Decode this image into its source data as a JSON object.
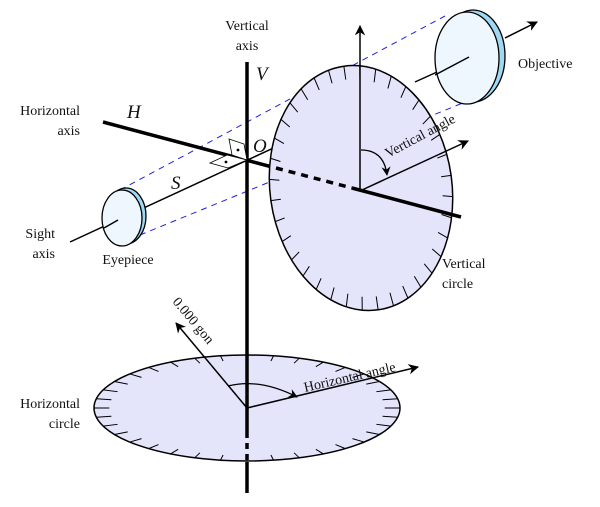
{
  "labels": {
    "vertical_axis_line1": "Vertical",
    "vertical_axis_line2": "axis",
    "horizontal_axis_line1": "Horizontal",
    "horizontal_axis_line2": "axis",
    "sight_axis_line1": "Sight",
    "sight_axis_line2": "axis",
    "eyepiece": "Eyepiece",
    "objective": "Objective",
    "vertical_angle": "Vertical angle",
    "vertical_circle_line1": "Vertical",
    "vertical_circle_line2": "circle",
    "horizontal_circle_line1": "Horizontal",
    "horizontal_circle_line2": "circle",
    "horizontal_angle": "Horizontal angle",
    "zero_gon": "0.000 gon"
  },
  "symbols": {
    "V": "V",
    "H": "H",
    "O": "O",
    "S": "S"
  },
  "colors": {
    "circle_fill": "#e4e4fb",
    "lens_fill": "#eef7fd",
    "lens_rim": "#9fd8f3",
    "dashed": "#2020e0"
  }
}
